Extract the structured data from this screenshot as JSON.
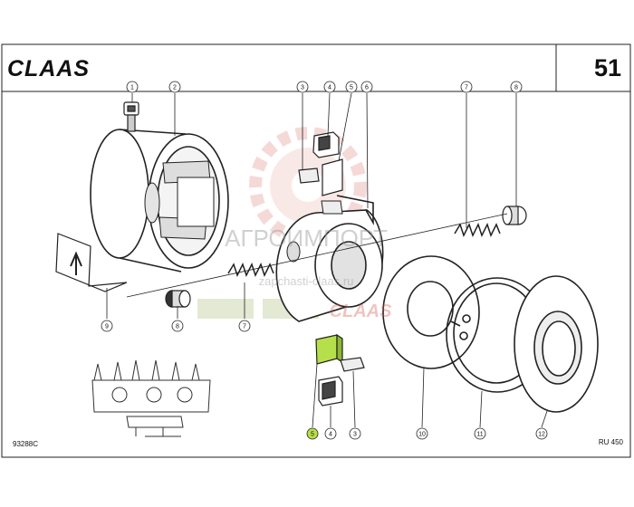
{
  "header": {
    "brand": "CLAAS",
    "sheet_number": "51"
  },
  "callouts": [
    {
      "number": "1"
    },
    {
      "number": "2"
    },
    {
      "number": "3"
    },
    {
      "number": "4"
    },
    {
      "number": "5"
    },
    {
      "number": "6"
    },
    {
      "number": "7"
    },
    {
      "number": "8"
    },
    {
      "number": "9"
    },
    {
      "number": "8"
    },
    {
      "number": "7"
    },
    {
      "number": "5",
      "highlighted": true
    },
    {
      "number": "4"
    },
    {
      "number": "3"
    },
    {
      "number": "10"
    },
    {
      "number": "11"
    },
    {
      "number": "12"
    }
  ],
  "footer": {
    "drawing_code": "93288C",
    "page_ref": "RU 450"
  },
  "watermark": {
    "line1": "АГРОИМПОРТ",
    "line2": "zapchasti-claas.ru"
  },
  "colors": {
    "line": "#222222",
    "highlight": "#b6e04b",
    "brand": "#111111",
    "watermark": "#d4584a"
  }
}
